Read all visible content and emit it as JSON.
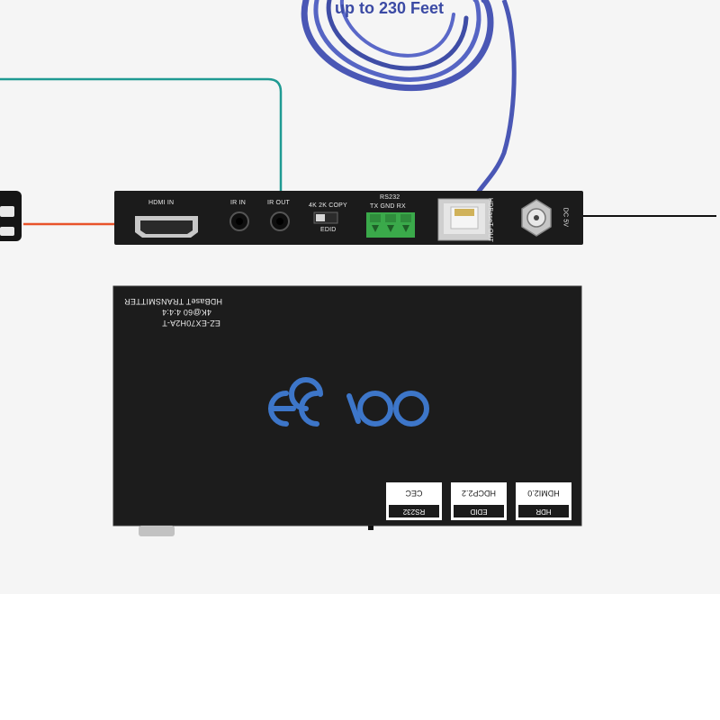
{
  "caption": "up to 230 Feet",
  "rear_panel": {
    "hdmi_in": "HDMI IN",
    "ir_in": "IR IN",
    "ir_out": "IR OUT",
    "switch_top": "4K 2K COPY",
    "switch_bottom": "EDID",
    "rs232_title": "RS232",
    "rs232_pins": "TX GND RX",
    "hdbaset_out": "HDBaseT OUT",
    "dc": "DC 5V"
  },
  "top_panel": {
    "line1": "HDBaseT TRANSMITTER",
    "line2": "4K@60 4:4:4",
    "line3": "EZ-EX70H2A-T",
    "logo": "ezcoo",
    "badges": [
      {
        "top": "HDR",
        "bottom": "HDMI2.0"
      },
      {
        "top": "EDID",
        "bottom": "HDCP2.2"
      },
      {
        "top": "RS232",
        "bottom": "CEC"
      }
    ]
  },
  "colors": {
    "cable_blue": "#4a57b5",
    "ir_cable": "#1f9a92",
    "hdmi_arrow": "#e8532a",
    "device_body": "#1c1c1c",
    "logo_blue": "#3d76c9",
    "terminal_green": "#3aa94a"
  }
}
